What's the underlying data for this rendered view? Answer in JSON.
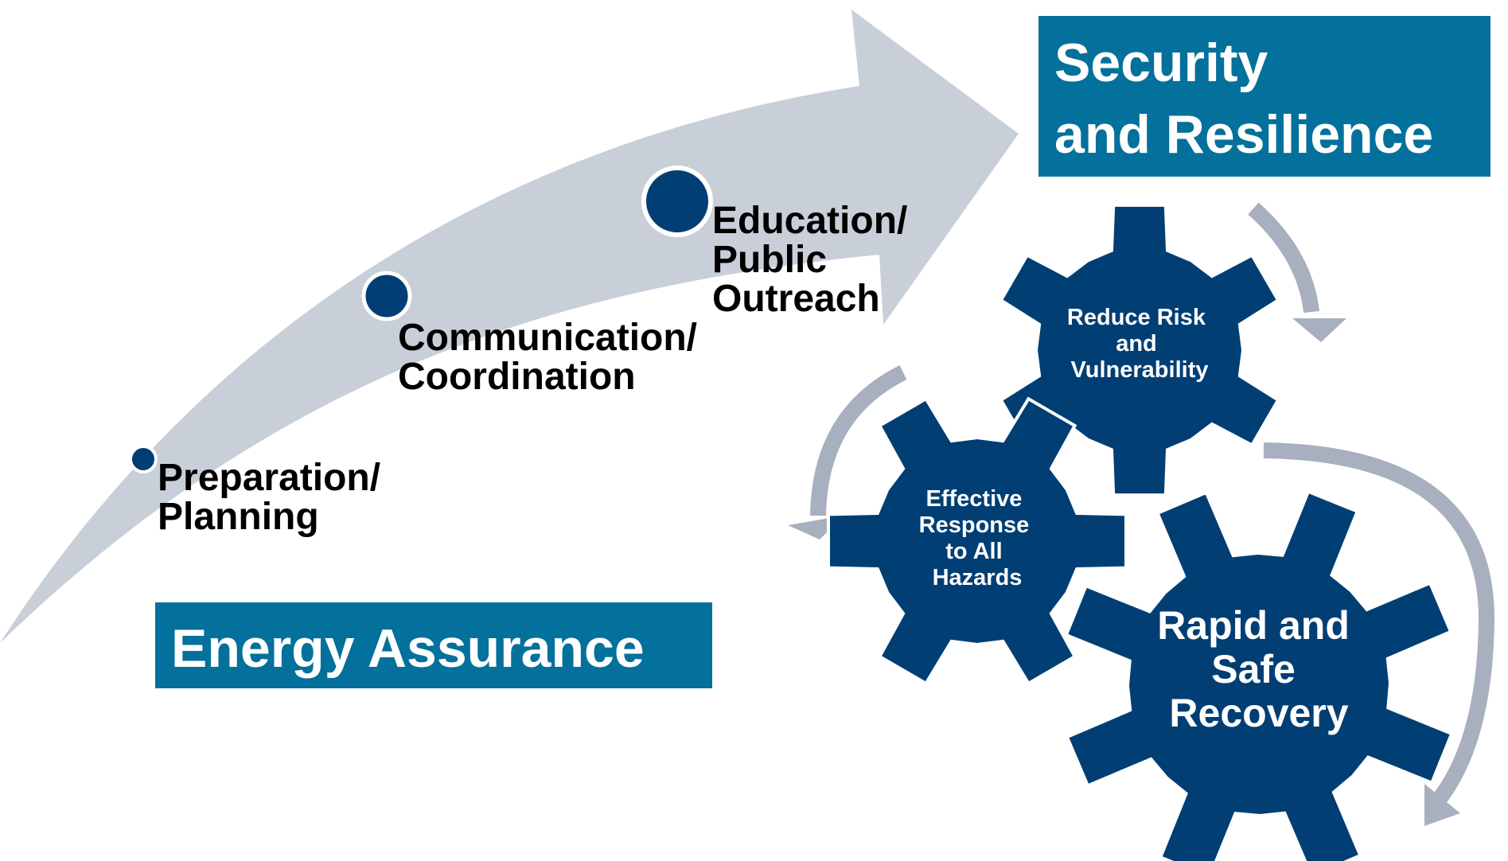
{
  "colors": {
    "arrow": "#c9cfd8",
    "navy": "#003e74",
    "teal": "#04709c",
    "cycle_arrow": "#a8afbf",
    "label": "#000000",
    "white": "#ffffff"
  },
  "steps": [
    {
      "line1": "Preparation/",
      "line2": "Planning",
      "line3": ""
    },
    {
      "line1": "Communication/",
      "line2": "Coordination",
      "line3": ""
    },
    {
      "line1": "Education/",
      "line2": "Public",
      "line3": "Outreach"
    }
  ],
  "energy_assurance": {
    "label": "Energy Assurance"
  },
  "security": {
    "line1": "Security",
    "line2": "and Resilience"
  },
  "gears": [
    {
      "line1": "Reduce Risk",
      "line2": "and",
      "line3": "Vulnerability",
      "line4": ""
    },
    {
      "line1": "Effective",
      "line2": "Response",
      "line3": "to All",
      "line4": "Hazards"
    },
    {
      "line1": "Rapid and",
      "line2": "Safe",
      "line3": "Recovery",
      "line4": ""
    }
  ]
}
